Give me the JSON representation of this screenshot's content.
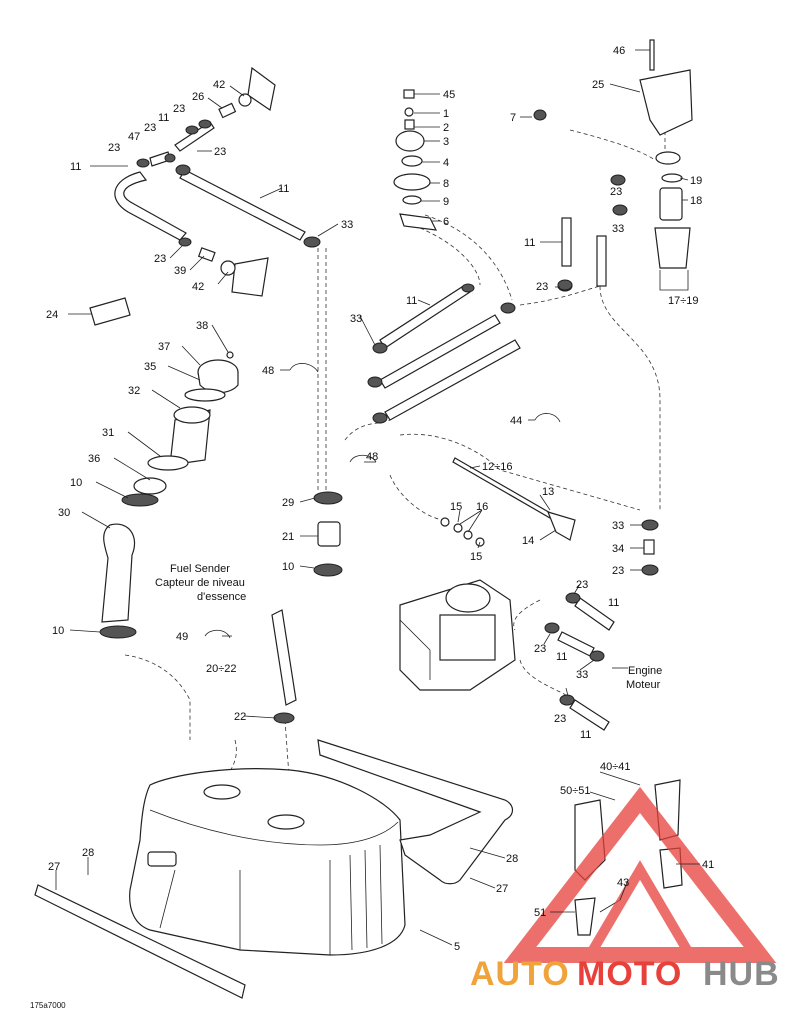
{
  "diagram": {
    "code": "175a7000",
    "callouts": [
      "46",
      "25",
      "7",
      "45",
      "1",
      "2",
      "3",
      "4",
      "8",
      "9",
      "6",
      "42",
      "26",
      "11",
      "23",
      "47",
      "23",
      "23",
      "23",
      "11",
      "11",
      "33",
      "23",
      "39",
      "42",
      "19",
      "18",
      "23",
      "33",
      "11",
      "23",
      "17÷19",
      "24",
      "38",
      "37",
      "35",
      "32",
      "31",
      "36",
      "10",
      "30",
      "10",
      "48",
      "33",
      "11",
      "44",
      "48",
      "12÷16",
      "13",
      "15",
      "16",
      "15",
      "14",
      "29",
      "21",
      "10",
      "33",
      "34",
      "23",
      "23",
      "11",
      "23",
      "11",
      "33",
      "23",
      "11",
      "49",
      "20÷22",
      "22",
      "40÷41",
      "50÷51",
      "41",
      "43",
      "51",
      "28",
      "27",
      "28",
      "27",
      "5"
    ],
    "fuel_sender_en": "Fuel Sender",
    "fuel_sender_fr1": "Capteur de niveau",
    "fuel_sender_fr2": "d'essence",
    "engine_en": "Engine",
    "engine_fr": "Moteur"
  },
  "watermark": {
    "text_auto": "AUTO",
    "text_moto": "MOTO",
    "text_hub": "HUB",
    "color_red": "#e8403a",
    "color_orange": "#f0a33a",
    "color_gray": "#8a8a8a"
  }
}
